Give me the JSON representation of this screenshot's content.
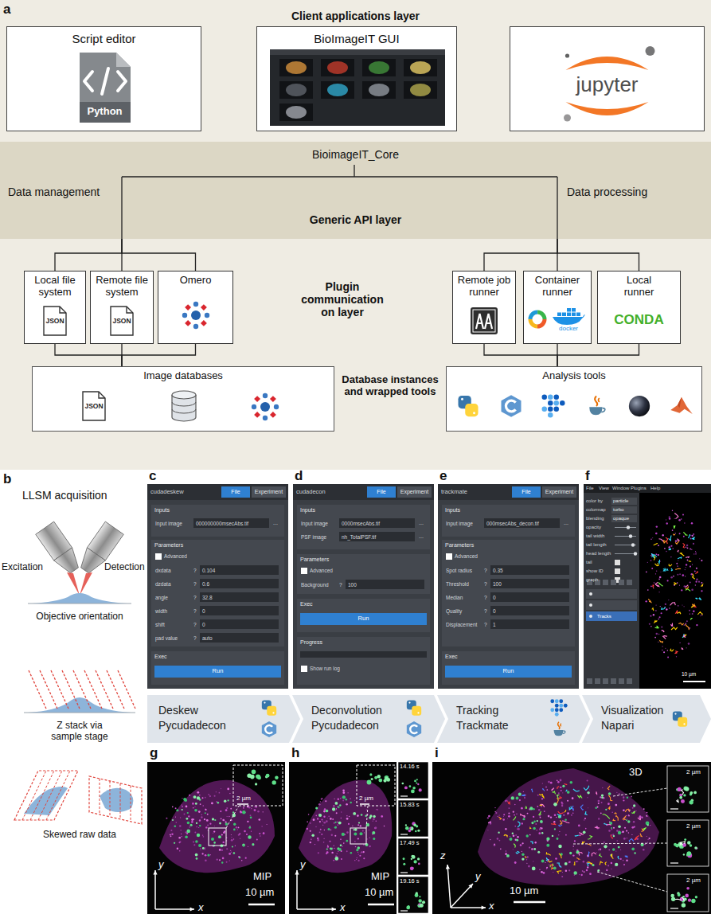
{
  "diagram": {
    "nodes": [
      {
        "text": [
          "Script editor",
          "Python"
        ]
      },
      {
        "text": [
          "BioImageIT GUI"
        ]
      },
      {
        "text": [
          "jupyter"
        ]
      },
      {
        "text": [
          "BioimageIT_Core",
          "Generic API layer"
        ]
      },
      {
        "text": [
          "Local file system",
          "JSON"
        ]
      },
      {
        "text": [
          "Remote file system",
          "JSON"
        ]
      },
      {
        "text": [
          "Omero"
        ]
      },
      {
        "text": [
          "Remote job runner"
        ]
      },
      {
        "text": [
          "Container runner",
          "docker"
        ]
      },
      {
        "text": [
          "Local runner",
          "CONDA"
        ]
      },
      {
        "text": [
          "Image databases",
          "JSON"
        ]
      },
      {
        "text": [
          "Analysis tools"
        ]
      },
      {
        "text": [
          "Deskew",
          "Pycudadecon"
        ]
      },
      {
        "text": [
          "Deconvolution",
          "Pycudadecon"
        ]
      },
      {
        "text": [
          "Tracking",
          "Trackmate"
        ]
      },
      {
        "text": [
          "Visualization",
          "Napari"
        ]
      }
    ],
    "edges": [
      {
        "from": 3,
        "to": 4,
        "arrow": "none"
      },
      {
        "from": 3,
        "to": 5,
        "arrow": "none"
      },
      {
        "from": 3,
        "to": 6,
        "arrow": "none"
      },
      {
        "from": 3,
        "to": 7,
        "arrow": "none"
      },
      {
        "from": 3,
        "to": 8,
        "arrow": "none"
      },
      {
        "from": 3,
        "to": 9,
        "arrow": "none"
      },
      {
        "from": 4,
        "to": 10,
        "arrow": "none"
      },
      {
        "from": 5,
        "to": 10,
        "arrow": "none"
      },
      {
        "from": 6,
        "to": 10,
        "arrow": "none"
      },
      {
        "from": 7,
        "to": 11,
        "arrow": "none"
      },
      {
        "from": 8,
        "to": 11,
        "arrow": "none"
      },
      {
        "from": 9,
        "to": 11,
        "arrow": "none"
      }
    ],
    "labels": [
      "a",
      "Client applications layer",
      "Data management",
      "Data processing",
      "Plugin communication on layer",
      "Database instances and wrapped tools",
      "b",
      "LLSM acquisition",
      "Excitation",
      "Detection",
      "Objective orientation",
      "Z stack via sample stage",
      "Skewed raw data",
      "c",
      "cudadeskew",
      "File",
      "Experiment",
      "Inputs",
      "Input image",
      "000000000msecAbs.tif",
      "...",
      "Parameters",
      "Advanced",
      "dxdata",
      "?",
      "0.104",
      "dzdata",
      "?",
      "0.6",
      "angle",
      "?",
      "32.8",
      "width",
      "?",
      "0",
      "shift",
      "?",
      "0",
      "pad value",
      "?",
      "auto",
      "Exec",
      "Run",
      "d",
      "cudadecon",
      "File",
      "Experiment",
      "Inputs",
      "Input image",
      "0000msecAbs.tif",
      "...",
      "PSF image",
      "nh_TotalPSF.tif",
      "...",
      "Parameters",
      "Advanced",
      "Background",
      "?",
      "100",
      "Exec",
      "Run",
      "Progress",
      "Show run log",
      "e",
      "trackmate",
      "File",
      "Experiment",
      "Inputs",
      "Input image",
      "000msecAbs_decon.tif",
      "...",
      "Parameters",
      "Advanced",
      "Spot radius",
      "?",
      "0.35",
      "Threshold",
      "?",
      "100",
      "Median",
      "?",
      "0",
      "Quality",
      "?",
      "0",
      "Displacement",
      "?",
      "1",
      "Exec",
      "Run",
      "f",
      "File",
      "View",
      "Window",
      "Plugins",
      "Help",
      "color by",
      "particle",
      "colormap",
      "turbo",
      "blending",
      "opaque",
      "opacity",
      "tail width",
      "tail length",
      "head length",
      "tail",
      "show ID",
      "graph",
      "Tracks",
      "10 µm",
      "g",
      "2 µm",
      "MIP",
      "10 µm",
      "y",
      "x",
      "h",
      "2 µm",
      "MIP",
      "10 µm",
      "14.16 s",
      "15.83 s",
      "17.49 s",
      "19.16 s",
      "y",
      "x",
      "i",
      "3D",
      "2 µm",
      "2 µm",
      "2 µm",
      "z",
      "y",
      "x",
      "10 µm"
    ]
  }
}
